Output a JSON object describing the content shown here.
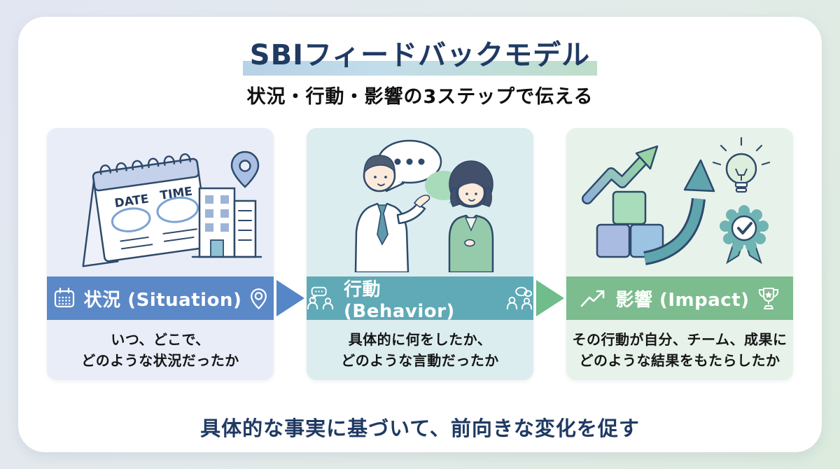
{
  "header": {
    "title": "SBIフィードバックモデル",
    "subtitle": "状況・行動・影響の3ステップで伝える",
    "title_color": "#1f3a63",
    "highlight_gradient": [
      "#b7d1e6",
      "#bedec9"
    ]
  },
  "steps": [
    {
      "label": "状況 (Situation)",
      "desc": [
        "いつ、どこで、",
        "どのような状況だったか"
      ],
      "banner_color": "#5b88c7",
      "panel_color": "#e9edf8",
      "left_icon": "calendar-icon",
      "right_icon": "location-pin-icon",
      "illustration": {
        "date_label": "DATE",
        "time_label": "TIME"
      }
    },
    {
      "label": "行動 (Behavior)",
      "desc": [
        "具体的に何をしたか、",
        "どのような言動だったか"
      ],
      "banner_color": "#60a9b6",
      "panel_color": "#dcedf0",
      "left_icon": "people-chat-icon",
      "right_icon": "people-chat-icon"
    },
    {
      "label": "影響 (Impact)",
      "desc": [
        "その行動が自分、チーム、成果に",
        "どのような結果をもたらしたか"
      ],
      "banner_color": "#7cbc8e",
      "panel_color": "#e7f2ea",
      "left_icon": "trend-arrow-icon",
      "right_icon": "trophy-icon"
    }
  ],
  "arrows": [
    {
      "color": "#5586c8"
    },
    {
      "color": "#6fbd8a"
    }
  ],
  "footer": {
    "text": "具体的な事実に基づいて、前向きな変化を促す"
  }
}
